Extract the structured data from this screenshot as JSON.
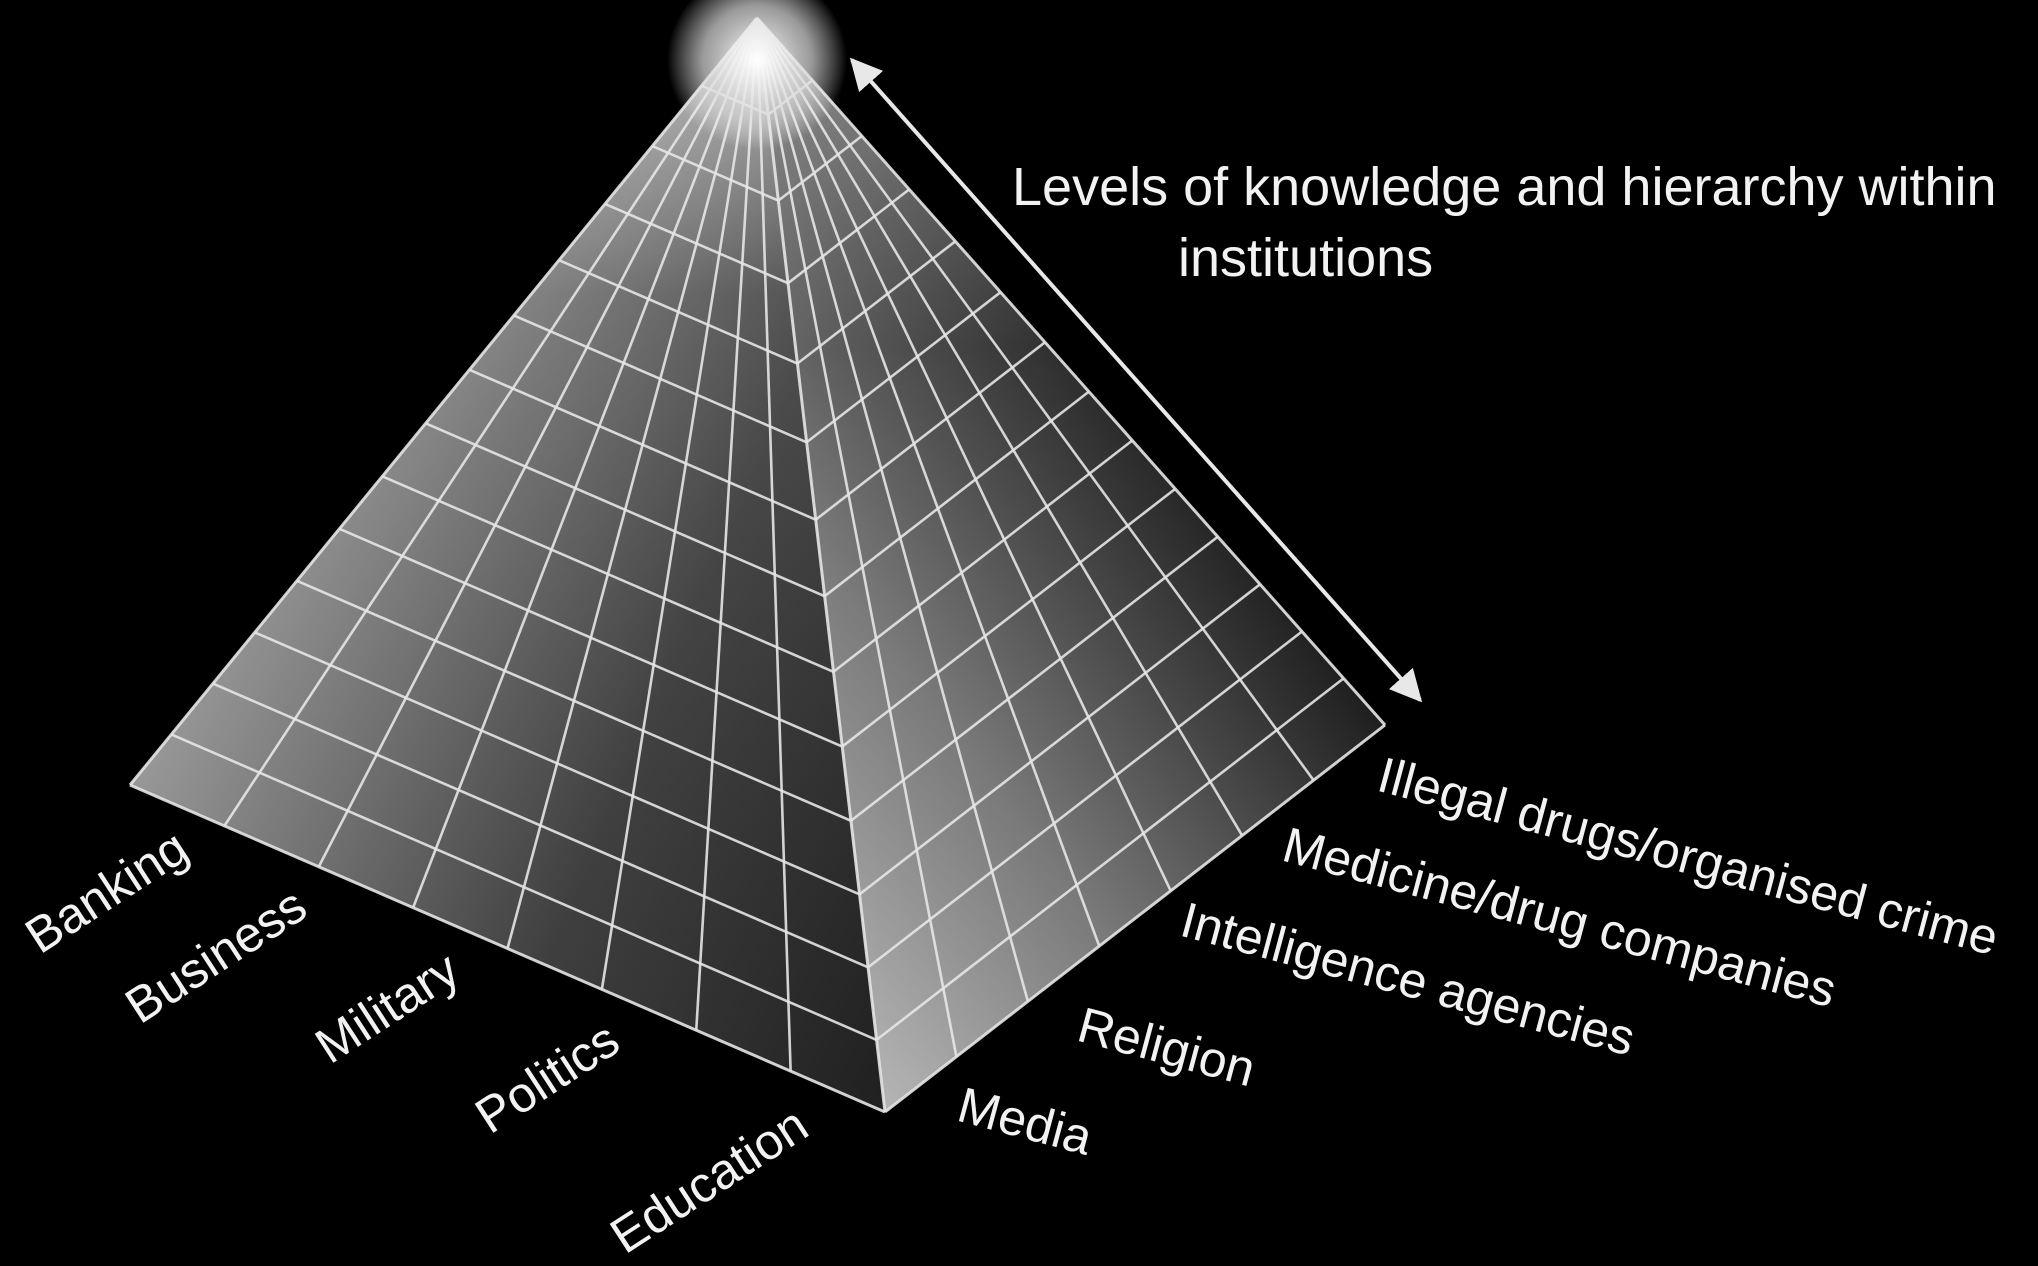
{
  "diagram": {
    "caption_line1": "Levels of knowledge and hierarchy within",
    "caption_line2": "institutions",
    "left_face_labels": [
      "Banking",
      "Business",
      "Military",
      "Politics",
      "Education"
    ],
    "right_face_labels": [
      "Media",
      "Religion",
      "Intelligence agencies",
      "Medicine/drug companies",
      "Illegal drugs/organised crime"
    ],
    "pyramid_levels": 14,
    "colors": {
      "background": "#000000",
      "text": "#f2f2f2",
      "grid_lines": "#e6e6e6",
      "apex_glow": "#ffffff"
    }
  }
}
